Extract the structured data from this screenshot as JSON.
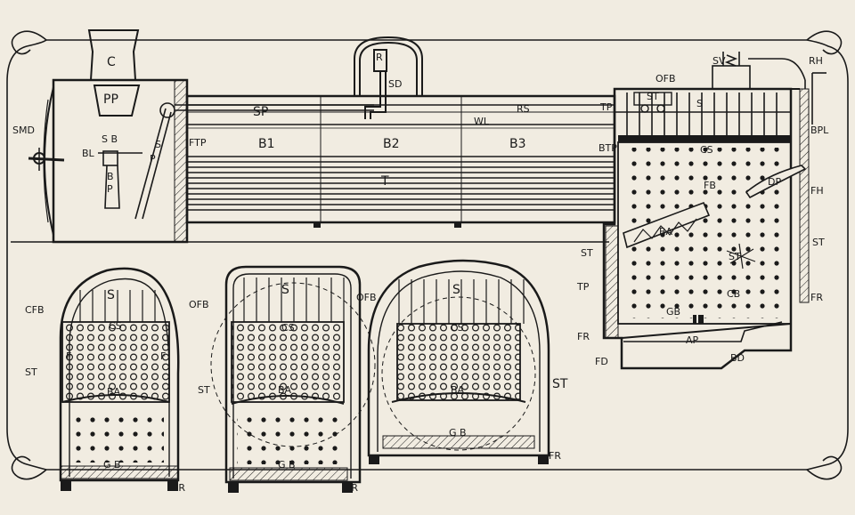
{
  "colors": {
    "paper": "#f1ece1",
    "ink": "#1a1a1a",
    "shade": "#3a3a3a"
  },
  "labels": {
    "smd": "SMD",
    "c": "C",
    "pp": "PP",
    "sb": "S B",
    "bl": "BL",
    "bp_b": "B",
    "bp_p": "P",
    "s_s": "S",
    "s_p": "P",
    "sp": "SP",
    "ftp": "FTP",
    "b1": "B1",
    "b2": "B2",
    "b3": "B3",
    "t": "T",
    "r": "R",
    "sd": "SD",
    "rs": "RS",
    "wl": "WL",
    "tp_top": "TP",
    "btp": "BTP",
    "sv": "SV",
    "ofb_top": "OFB",
    "rh": "RH",
    "s_top": "S",
    "st_valve": "ST",
    "bpl": "BPL",
    "cs_top": "CS",
    "fb_side": "FB",
    "dp": "DP",
    "fh": "FH",
    "ba_side": "BA",
    "st_side": "ST",
    "st_left": "ST",
    "tp_left": "TP",
    "fr_left": "FR",
    "fd": "FD",
    "gb_side": "GB",
    "ap": "AP",
    "bd": "BD",
    "cb_side": "CB",
    "fr_right": "FR",
    "st_right": "ST",
    "st_center": "ST"
  },
  "sections": [
    {
      "cfb": "CFB",
      "s": "S",
      "cs": "CS",
      "f_left": "F",
      "f_right": "F",
      "st": "ST",
      "ba": "BA",
      "gb": "G B",
      "fr": "FR"
    },
    {
      "ofb": "OFB",
      "s": "S",
      "cs": "CS",
      "st": "ST",
      "ba": "BA",
      "gb": "G B",
      "fr": "FR"
    },
    {
      "ofb": "OFB",
      "s": "S",
      "cs": "CS",
      "st": "ST",
      "ba": "BA",
      "gb": "G B",
      "fr": "FR"
    }
  ]
}
